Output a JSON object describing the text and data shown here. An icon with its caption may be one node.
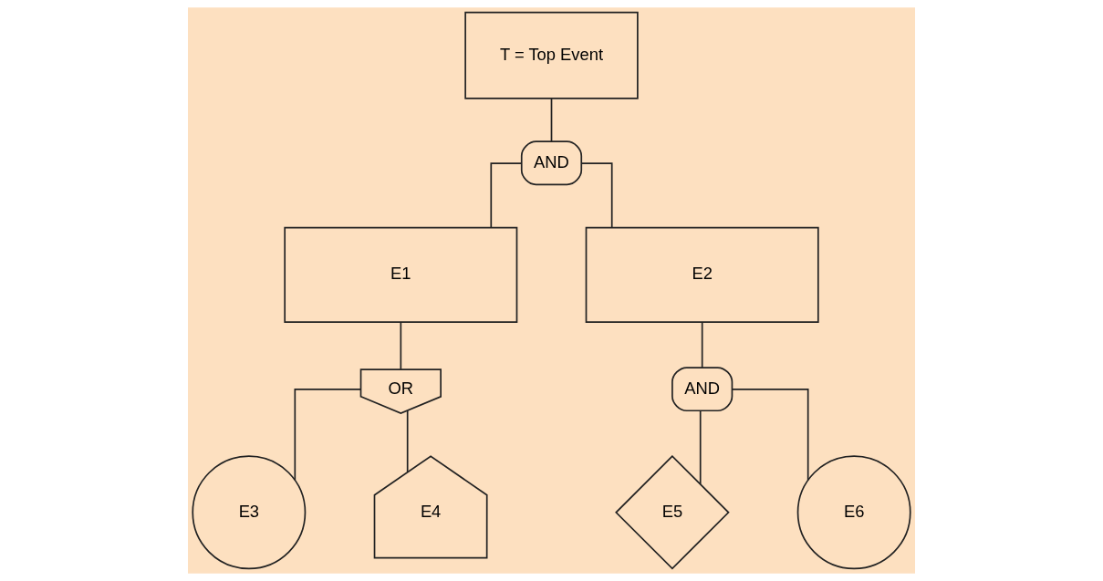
{
  "diagram": {
    "nodes": [
      {
        "text": [
          "T = Top Event"
        ]
      },
      {
        "text": [
          "AND"
        ]
      },
      {
        "text": [
          "E1"
        ]
      },
      {
        "text": [
          "E2"
        ]
      },
      {
        "text": [
          "OR"
        ]
      },
      {
        "text": [
          "AND"
        ]
      },
      {
        "text": [
          "E3"
        ]
      },
      {
        "text": [
          "E4"
        ]
      },
      {
        "text": [
          "E5"
        ]
      },
      {
        "text": [
          "E6"
        ]
      }
    ],
    "edges": [
      {
        "from": 0,
        "to": 1,
        "arrow": "none"
      },
      {
        "from": 1,
        "to": 2,
        "arrow": "none"
      },
      {
        "from": 1,
        "to": 3,
        "arrow": "none"
      },
      {
        "from": 2,
        "to": 4,
        "arrow": "none"
      },
      {
        "from": 4,
        "to": 6,
        "arrow": "none"
      },
      {
        "from": 4,
        "to": 7,
        "arrow": "none"
      },
      {
        "from": 3,
        "to": 5,
        "arrow": "none"
      },
      {
        "from": 5,
        "to": 8,
        "arrow": "none"
      },
      {
        "from": 5,
        "to": 9,
        "arrow": "none"
      }
    ]
  }
}
